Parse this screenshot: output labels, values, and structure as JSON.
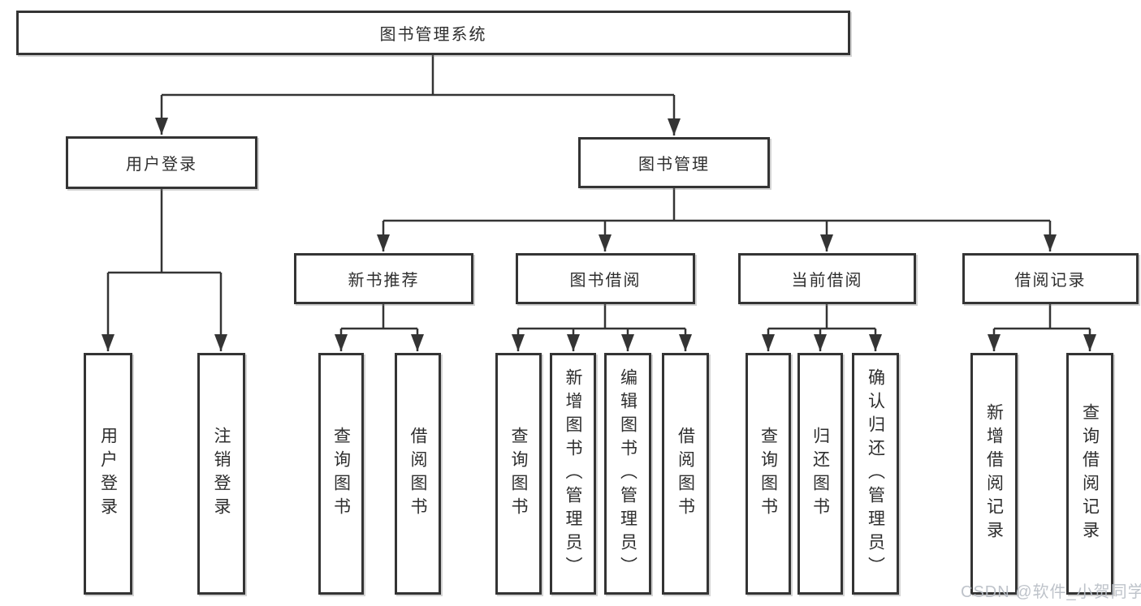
{
  "diagram": {
    "type": "tree",
    "root": "图书管理系统",
    "children": [
      {
        "label": "用户登录",
        "children": [
          {
            "label": "用户登录"
          },
          {
            "label": "注销登录"
          }
        ]
      },
      {
        "label": "图书管理",
        "children": [
          {
            "label": "新书推荐",
            "children": [
              {
                "label": "查询图书"
              },
              {
                "label": "借阅图书"
              }
            ]
          },
          {
            "label": "图书借阅",
            "children": [
              {
                "label": "查询图书"
              },
              {
                "label": "新增图书（管理员）"
              },
              {
                "label": "编辑图书（管理员）"
              },
              {
                "label": "借阅图书"
              }
            ]
          },
          {
            "label": "当前借阅",
            "children": [
              {
                "label": "查询图书"
              },
              {
                "label": "归还图书"
              },
              {
                "label": "确认归还（管理员）"
              }
            ]
          },
          {
            "label": "借阅记录",
            "children": [
              {
                "label": "新增借阅记录"
              },
              {
                "label": "查询借阅记录"
              }
            ]
          }
        ]
      }
    ]
  },
  "colors": {
    "line": "#343434",
    "text": "#2e2e2e",
    "background": "#ffffff",
    "watermark": "#b9bec6"
  },
  "watermark": {
    "text": "CSDN @软件_小贺同学"
  }
}
